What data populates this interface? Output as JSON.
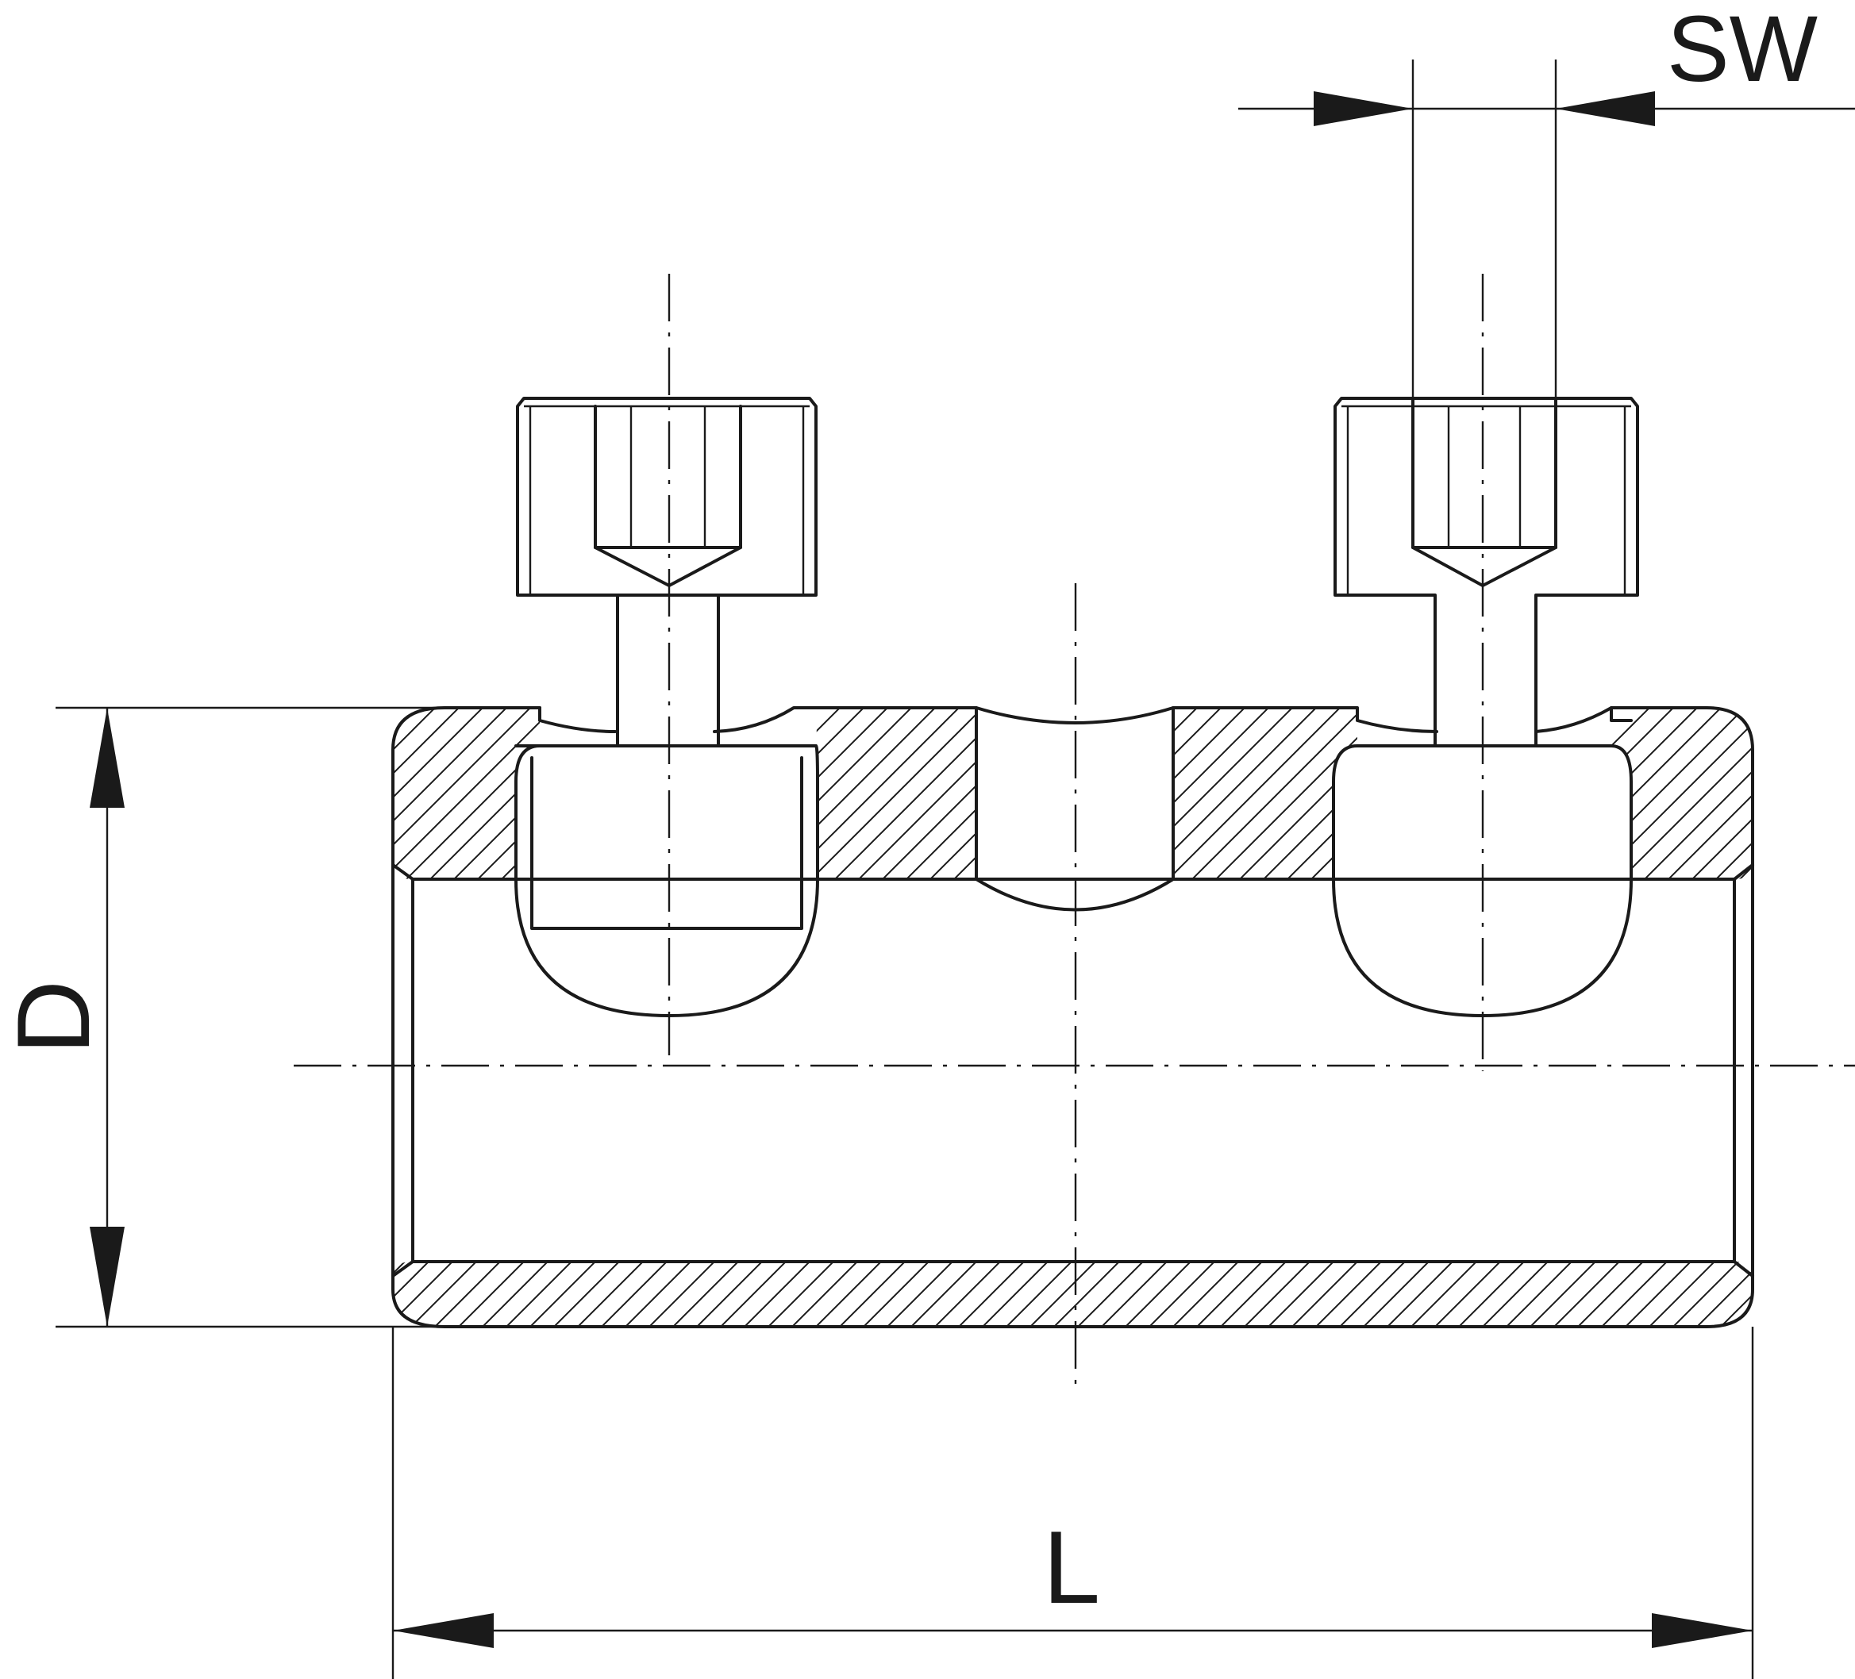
{
  "diagram": {
    "labels": {
      "sw": "SW",
      "d": "D",
      "l": "L"
    },
    "stroke_color": "#1a1a1a",
    "background": "#ffffff"
  }
}
